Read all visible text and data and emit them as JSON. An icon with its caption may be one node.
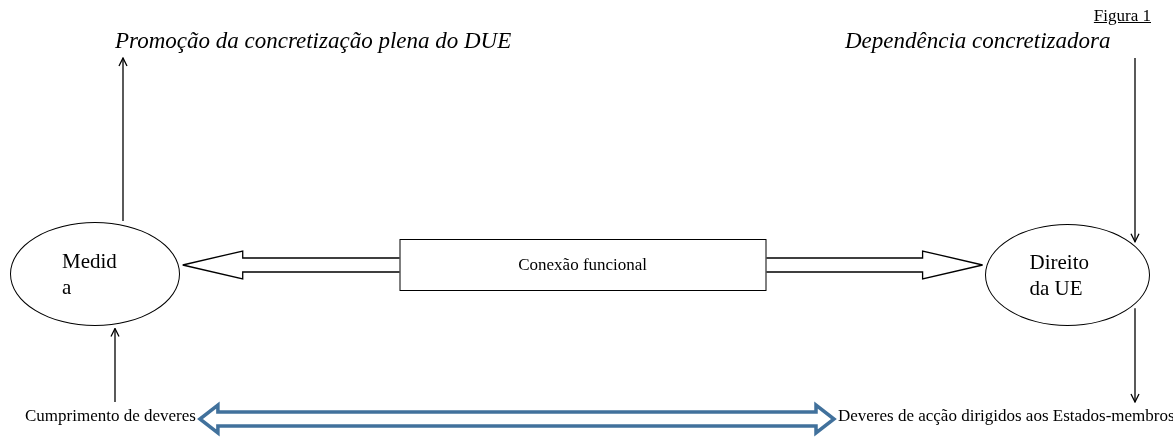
{
  "diagram": {
    "nodes": [
      {
        "text": [
          "Promoção da concretização plena do DUE"
        ]
      },
      {
        "text": [
          "Dependência concretizadora"
        ]
      },
      {
        "text": [
          "Medid a"
        ]
      },
      {
        "text": [
          "Direito da UE"
        ]
      },
      {
        "text": [
          "Cumprimento de deveres"
        ]
      },
      {
        "text": [
          "Deveres de acção dirigidos aos Estados-membros"
        ]
      }
    ],
    "edges": [
      {
        "from": 2,
        "to": 0,
        "arrow": "to"
      },
      {
        "from": 1,
        "to": 3,
        "arrow": "to"
      },
      {
        "from": 4,
        "to": 2,
        "arrow": "to"
      },
      {
        "from": 3,
        "to": 5,
        "arrow": "to"
      },
      {
        "from": 2,
        "to": 3,
        "arrow": "both",
        "label": "Conexão funcional",
        "style": "thick"
      },
      {
        "from": 4,
        "to": 5,
        "arrow": "both",
        "style": "thick",
        "color": "#41719c"
      }
    ],
    "labels": [
      "Figura 1"
    ]
  }
}
